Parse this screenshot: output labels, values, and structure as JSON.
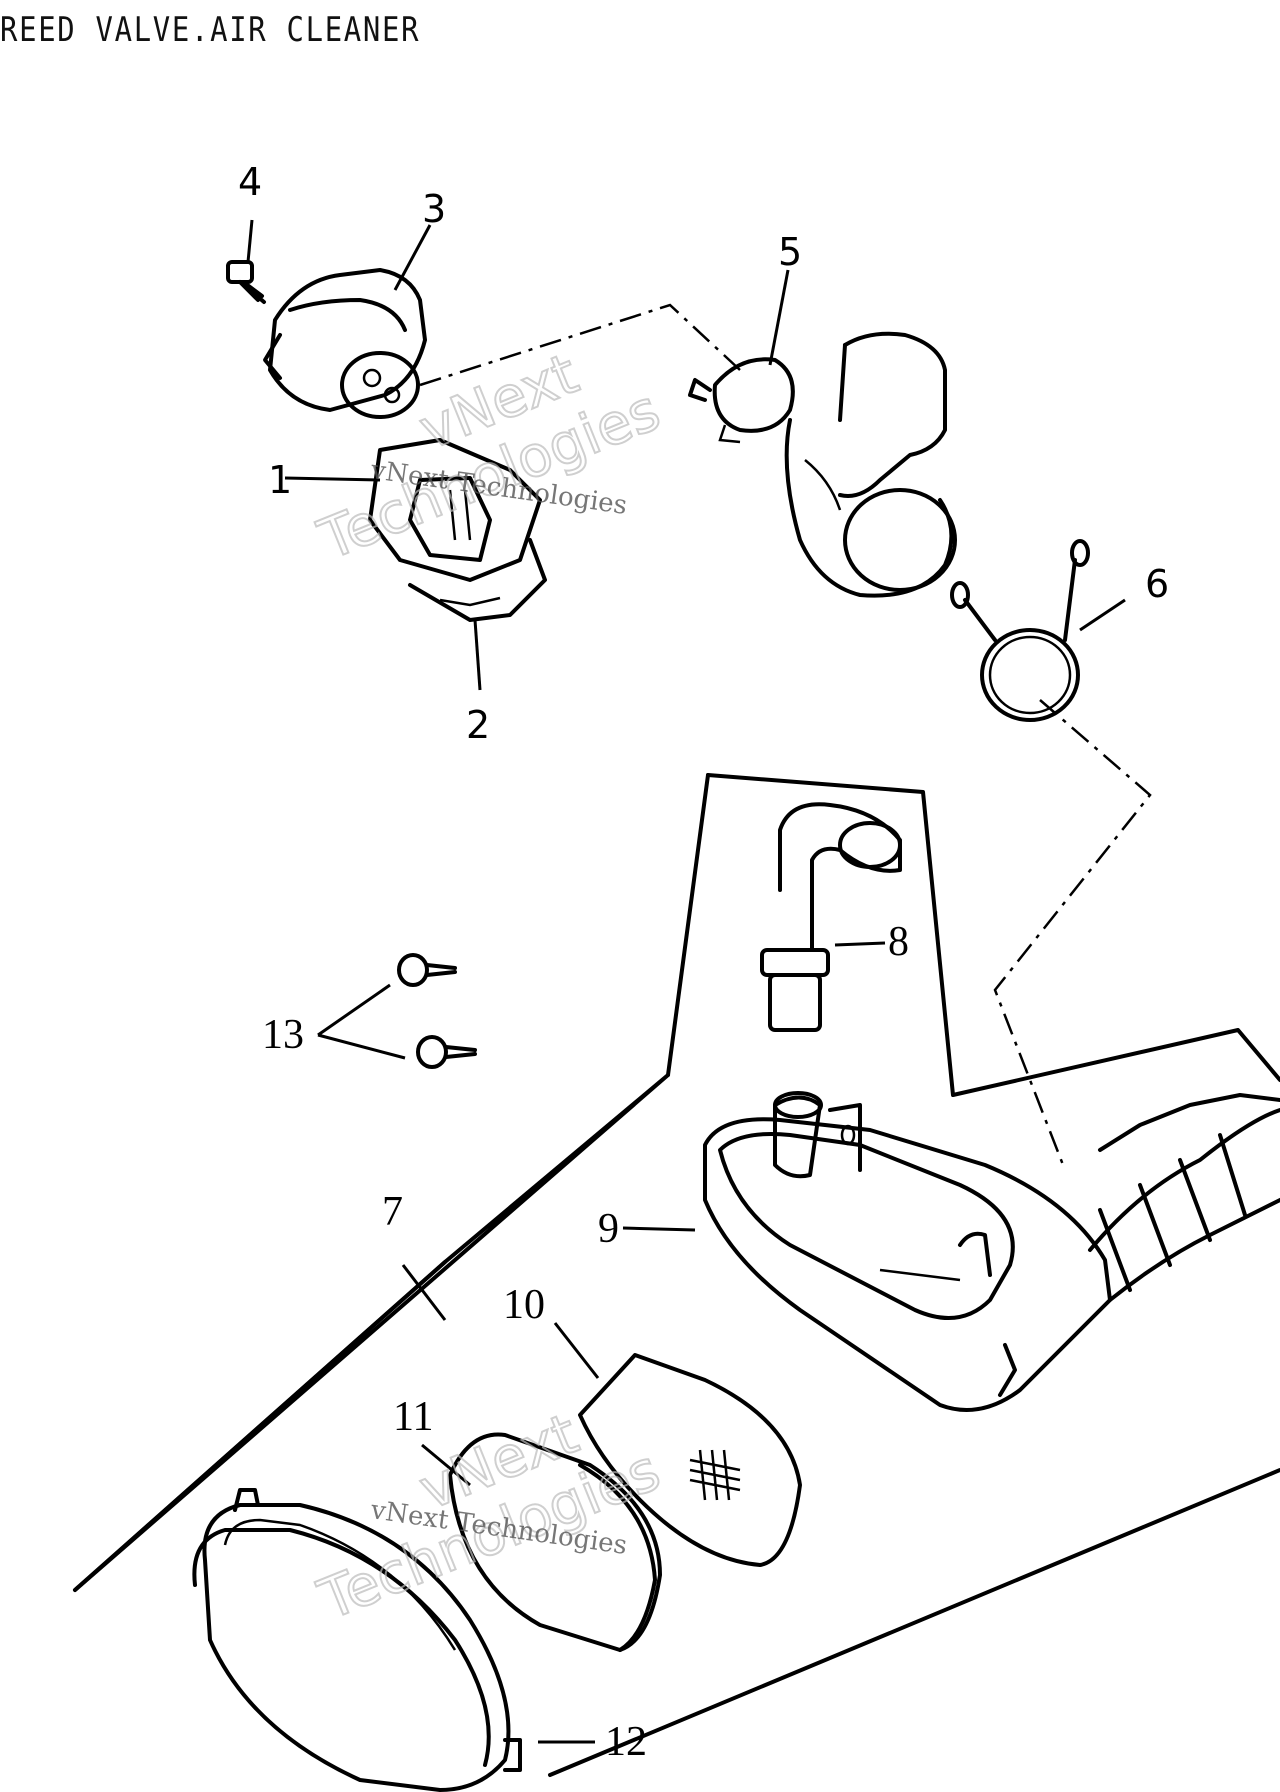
{
  "title": "REED VALVE.AIR CLEANER",
  "callouts": [
    "1",
    "2",
    "3",
    "4",
    "5",
    "6",
    "7",
    "8",
    "9",
    "10",
    "11",
    "12",
    "13"
  ],
  "watermark": {
    "line": "vNext Technologies",
    "word1": "vNext",
    "word2": "Technologies"
  }
}
